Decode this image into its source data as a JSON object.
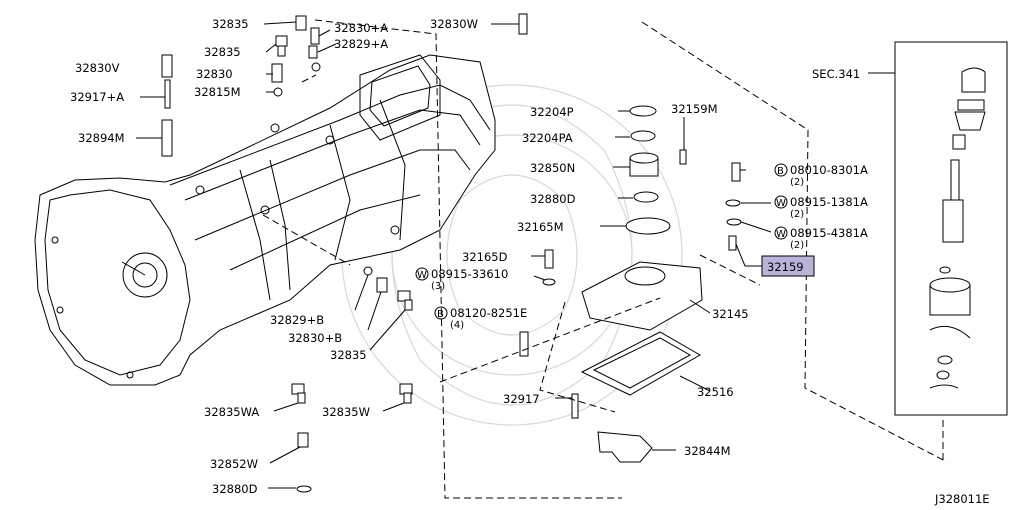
{
  "diagram": {
    "id": "J328011E",
    "section": "SEC.341",
    "highlight_color": "#b9b3d9",
    "labels": {
      "p32835_top": "32835",
      "p32830_A": "32830+A",
      "p32829_A": "32829+A",
      "p32830W": "32830W",
      "p32835_2": "32835",
      "p32830V": "32830V",
      "p32830": "32830",
      "p32917_A": "32917+A",
      "p32815M": "32815M",
      "p32894M": "32894M",
      "p32829_B": "32829+B",
      "p32830_B": "32830+B",
      "p32835_3": "32835",
      "p32835WA": "32835WA",
      "p32835W": "32835W",
      "p32852W": "32852W",
      "p32880D": "32880D",
      "p32204P": "32204P",
      "p32204PA": "32204PA",
      "p32850N": "32850N",
      "p32880D_2": "32880D",
      "p32165M": "32165M",
      "p32165D": "32165D",
      "p32159M": "32159M",
      "p32159": "32159",
      "p32145": "32145",
      "p32516": "32516",
      "p32917": "32917",
      "p32844M": "32844M"
    },
    "callouts": [
      {
        "prefix": "B",
        "number": "08010-8301A",
        "qty": "(2)"
      },
      {
        "prefix": "W",
        "number": "08915-1381A",
        "qty": "(2)"
      },
      {
        "prefix": "W",
        "number": "08915-4381A",
        "qty": "(2)"
      },
      {
        "prefix": "W",
        "number": "08915-33610",
        "qty": "(3)"
      },
      {
        "prefix": "B",
        "number": "08120-8251E",
        "qty": "(4)"
      }
    ]
  }
}
